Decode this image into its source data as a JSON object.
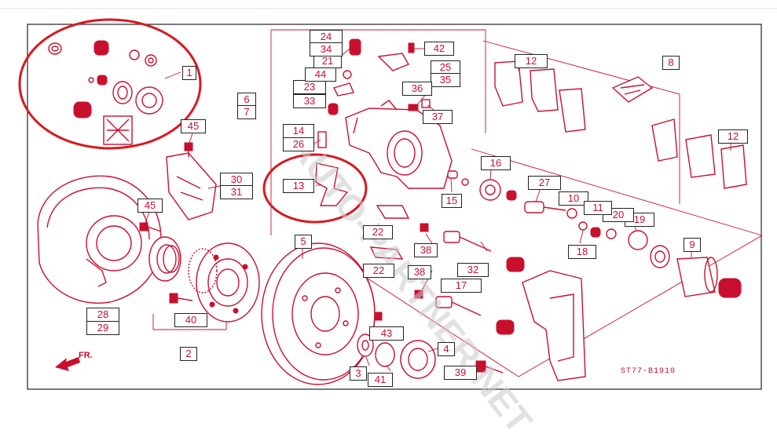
{
  "diagram": {
    "code": "ST77-B1910",
    "direction": "FR.",
    "watermark": "AUTO-PARTNER.NET",
    "line_color": "#c8102e",
    "highlight_color": "#d7191f"
  },
  "callouts": [
    "1",
    "2",
    "3",
    "4",
    "5",
    "6",
    "7",
    "8",
    "9",
    "12",
    "12",
    "13",
    "14",
    "15",
    "16",
    "17",
    "18",
    "19",
    "20",
    "21",
    "22",
    "22",
    "23",
    "24",
    "25",
    "26",
    "27",
    "28",
    "29",
    "30",
    "31",
    "32",
    "33",
    "34",
    "35",
    "36",
    "37",
    "38",
    "38",
    "39",
    "40",
    "41",
    "42",
    "43",
    "44",
    "45",
    "45",
    "10",
    "11"
  ]
}
